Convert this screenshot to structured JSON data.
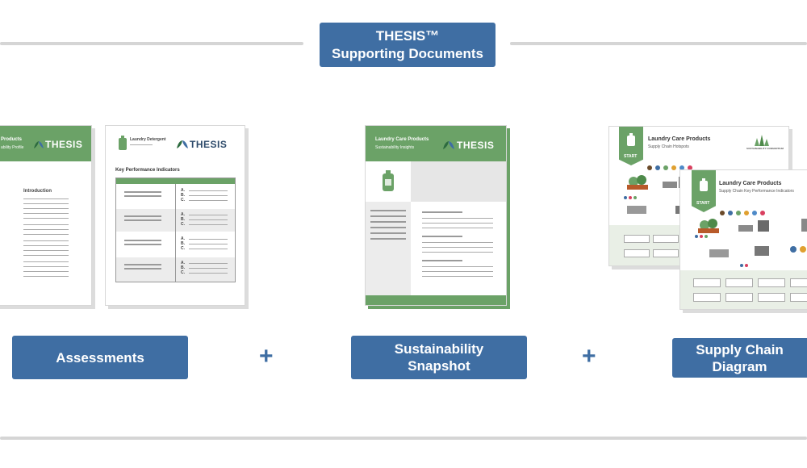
{
  "header": {
    "title_line1": "THESIS™",
    "title_line2": "Supporting Documents"
  },
  "sections": [
    {
      "label": "Assessments"
    },
    {
      "label_line1": "Sustainability",
      "label_line2": "Snapshot"
    },
    {
      "label_line1": "Supply Chain",
      "label_line2": "Diagram"
    }
  ],
  "plus_symbol": "+",
  "thumbnails": {
    "assessment_back": {
      "title": "Products",
      "subtitle": "ability Profile",
      "logo": "THESIS",
      "section": "Introduction"
    },
    "assessment_front": {
      "product": "Laundry Detergent",
      "logo": "THESIS",
      "heading": "Key Performance Indicators",
      "options": [
        "A.",
        "B.",
        "C."
      ]
    },
    "snapshot": {
      "title": "Laundry Care Products",
      "subtitle": "Sustainability Insights",
      "logo": "THESIS"
    },
    "diagram_back": {
      "title": "Laundry Care Products",
      "subtitle": "Supply Chain Hotspots",
      "start": "START",
      "logo_text": "SUSTAINABILITY CONSORTIUM"
    },
    "diagram_front": {
      "title": "Laundry Care Products",
      "subtitle": "Supply Chain Key Performance Indicators",
      "start": "START"
    }
  },
  "colors": {
    "accent": "#3f6ea3",
    "green": "#6ba267",
    "rule": "#d5d5d5"
  }
}
